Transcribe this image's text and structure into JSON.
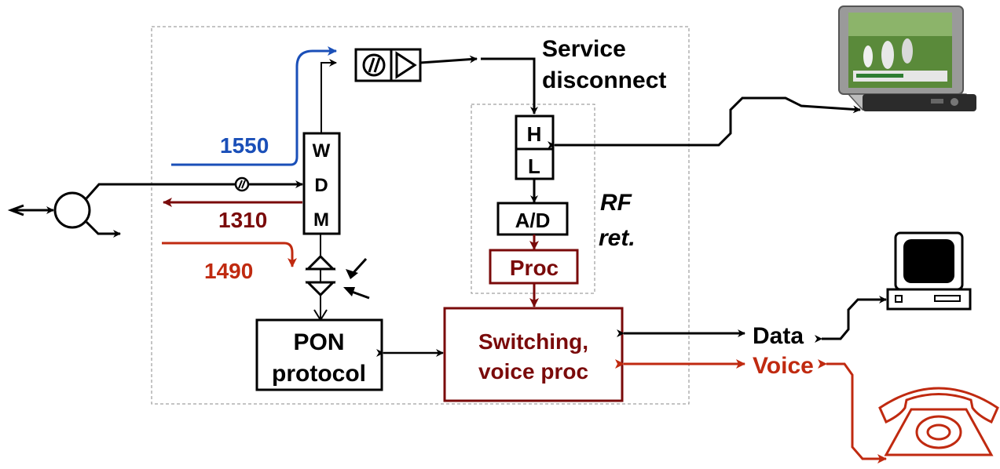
{
  "colors": {
    "black": "#000000",
    "blue": "#1a4fb8",
    "dark_red": "#7a0a0a",
    "red": "#c02a10",
    "dashed_border": "#888888"
  },
  "wavelengths": {
    "downstream_video": "1550",
    "upstream": "1310",
    "downstream_data": "1490"
  },
  "blocks": {
    "wdm_letters": [
      "W",
      "D",
      "M"
    ],
    "filter_high": "H",
    "filter_low": "L",
    "adc": "A/D",
    "proc": "Proc",
    "pon_line1": "PON",
    "pon_line2": "protocol",
    "switch_line1": "Switching,",
    "switch_line2": "voice proc"
  },
  "labels": {
    "service_line1": "Service",
    "service_line2": "disconnect",
    "rf_line1": "RF",
    "rf_line2": "ret.",
    "data": "Data",
    "voice": "Voice"
  },
  "icons": [
    "television-icon",
    "computer-icon",
    "telephone-icon",
    "splitter-icon",
    "photodiode-icon",
    "amplifier-icon"
  ]
}
